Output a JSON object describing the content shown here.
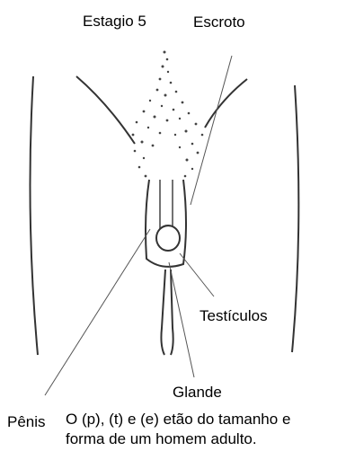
{
  "labels": {
    "stage": "Estagio 5",
    "scrotum": "Escroto",
    "testicles": "Testículos",
    "glans": "Glande",
    "penis": "Pênis"
  },
  "caption": {
    "line1": "O (p), (t) e (e) etão do tamanho e",
    "line2": "forma de um homem adulto."
  }
}
